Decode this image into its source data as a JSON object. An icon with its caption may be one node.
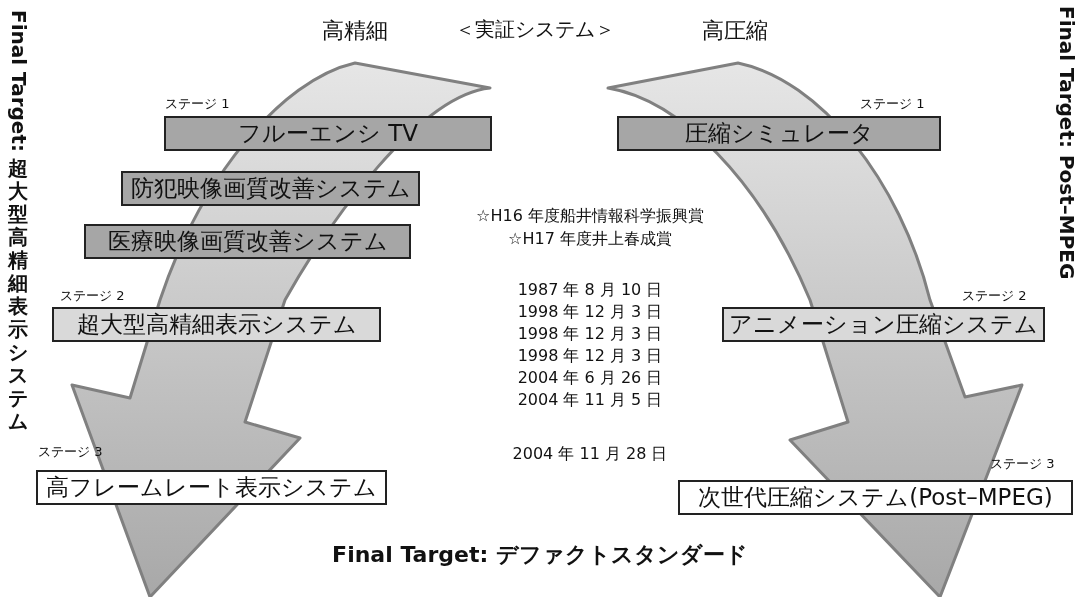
{
  "diagram": {
    "nodes": [
      {
        "text": [
          "フルーエンシ TV"
        ],
        "beside": [
          "ステージ 1"
        ]
      },
      {
        "text": [
          "防犯映像画質改善システム"
        ]
      },
      {
        "text": [
          "医療映像画質改善システム"
        ]
      },
      {
        "text": [
          "超大型高精細表示システム"
        ],
        "beside": [
          "ステージ 2"
        ]
      },
      {
        "text": [
          "高フレームレート表示システム"
        ],
        "beside": [
          "ステージ 3"
        ]
      },
      {
        "text": [
          "圧縮シミュレータ"
        ],
        "beside": [
          "ステージ 1"
        ]
      },
      {
        "text": [
          "アニメーション圧縮システム"
        ],
        "beside": [
          "ステージ 2"
        ]
      },
      {
        "text": [
          "次世代圧縮システム(Post–MPEG)"
        ],
        "beside": [
          "ステージ 3"
        ]
      }
    ],
    "edges": [],
    "labels": [
      "高精細",
      "＜実証システム＞",
      "高圧縮",
      "Final Target: 超大型高精細表示システム",
      "Final Target: Post–MPEG",
      "☆H16 年度船井情報科学振興賞",
      "☆H17 年度井上春成賞",
      "1987 年 8 月 10 日",
      "1998 年 12 月 3 日",
      "1998 年 12 月 3 日",
      "1998 年 12 月 3 日",
      "2004 年 6 月 26 日",
      "2004 年 11 月 5 日",
      "2004 年 11 月 28 日",
      "Final Target: デファクトスタンダード"
    ]
  }
}
